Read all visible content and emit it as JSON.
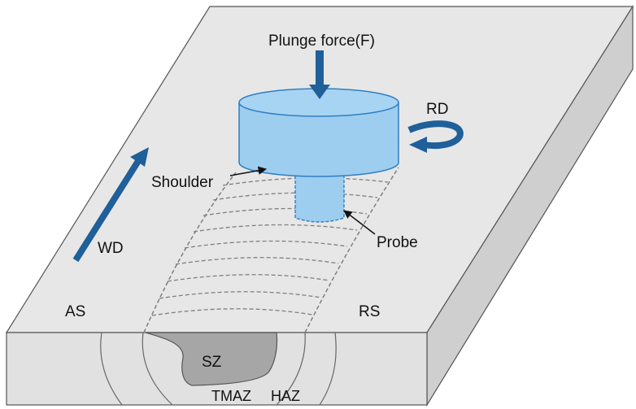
{
  "labels": {
    "plunge_force": "Plunge force(F)",
    "rd": "RD",
    "shoulder": "Shoulder",
    "probe": "Probe",
    "wd": "WD",
    "as": "AS",
    "rs": "RS",
    "sz": "SZ",
    "tmaz": "TMAZ",
    "haz": "HAZ"
  },
  "colors": {
    "plate_top": "#e7e7e7",
    "plate_front": "#e1e1e1",
    "plate_side": "#cfcfcf",
    "tool_fill": "#9dcdef",
    "tool_stroke": "#2f7fc3",
    "arrow_blue": "#1f5f9a",
    "sz_fill": "#a6a6a6",
    "weld_dash": "#7f7f7f"
  }
}
